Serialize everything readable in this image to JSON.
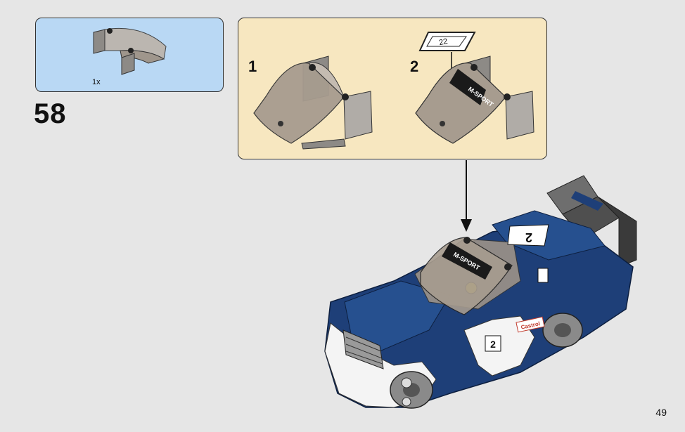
{
  "step": {
    "number": "58"
  },
  "parts_callout": {
    "quantity": "1x"
  },
  "sub_assembly": {
    "substeps": [
      {
        "label": "1"
      },
      {
        "label": "2"
      }
    ],
    "sticker_number": "22",
    "windshield_text": "M-SPORT"
  },
  "model": {
    "windshield_text": "M-SPORT",
    "roof_number": "2",
    "door_number": "2",
    "sponsor_text": "Castrol"
  },
  "page": {
    "number": "49"
  },
  "colors": {
    "parts_bg": "#b9d8f4",
    "substep_bg": "#f7e7c0",
    "car_blue": "#1e3f78",
    "page_bg": "#e6e6e6"
  }
}
